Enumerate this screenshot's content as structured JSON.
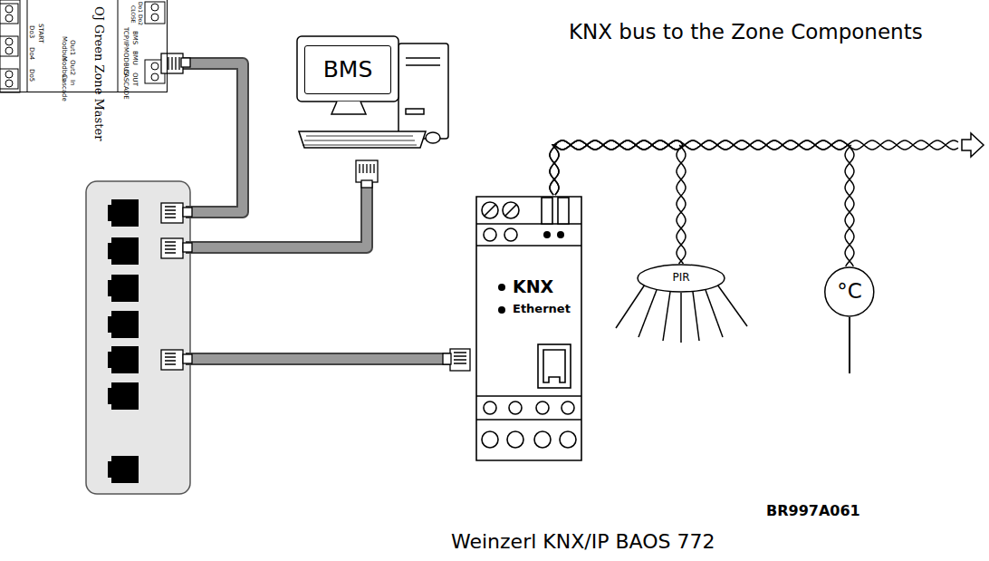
{
  "diagram": {
    "title": "KNX bus to the Zone Components",
    "nodes": [
      {
        "text": [
          "OJ Green Zone Master"
        ]
      },
      {
        "text": [
          "BMS"
        ]
      },
      {
        "text": [
          "KNX",
          "Ethernet"
        ]
      },
      {
        "text": [
          "PIR"
        ]
      },
      {
        "text": [
          "°C"
        ]
      }
    ],
    "edges": [
      {
        "from": 2,
        "to": 3,
        "arrow": "none"
      },
      {
        "from": 2,
        "to": 4,
        "arrow": "none"
      }
    ],
    "labels": [
      "Do3",
      "Do4",
      "Do5",
      "START",
      "Modbus",
      "Modbus",
      "Cascade",
      "Out1",
      "Out2",
      "In",
      "TCP/IP",
      "MODBUS",
      "CASCADE",
      "BMS",
      "BMU",
      "OUT",
      "Do1",
      "Do2",
      "CLOSE",
      "Weinzerl KNX/IP BAOS 772",
      "BR997A061"
    ]
  }
}
